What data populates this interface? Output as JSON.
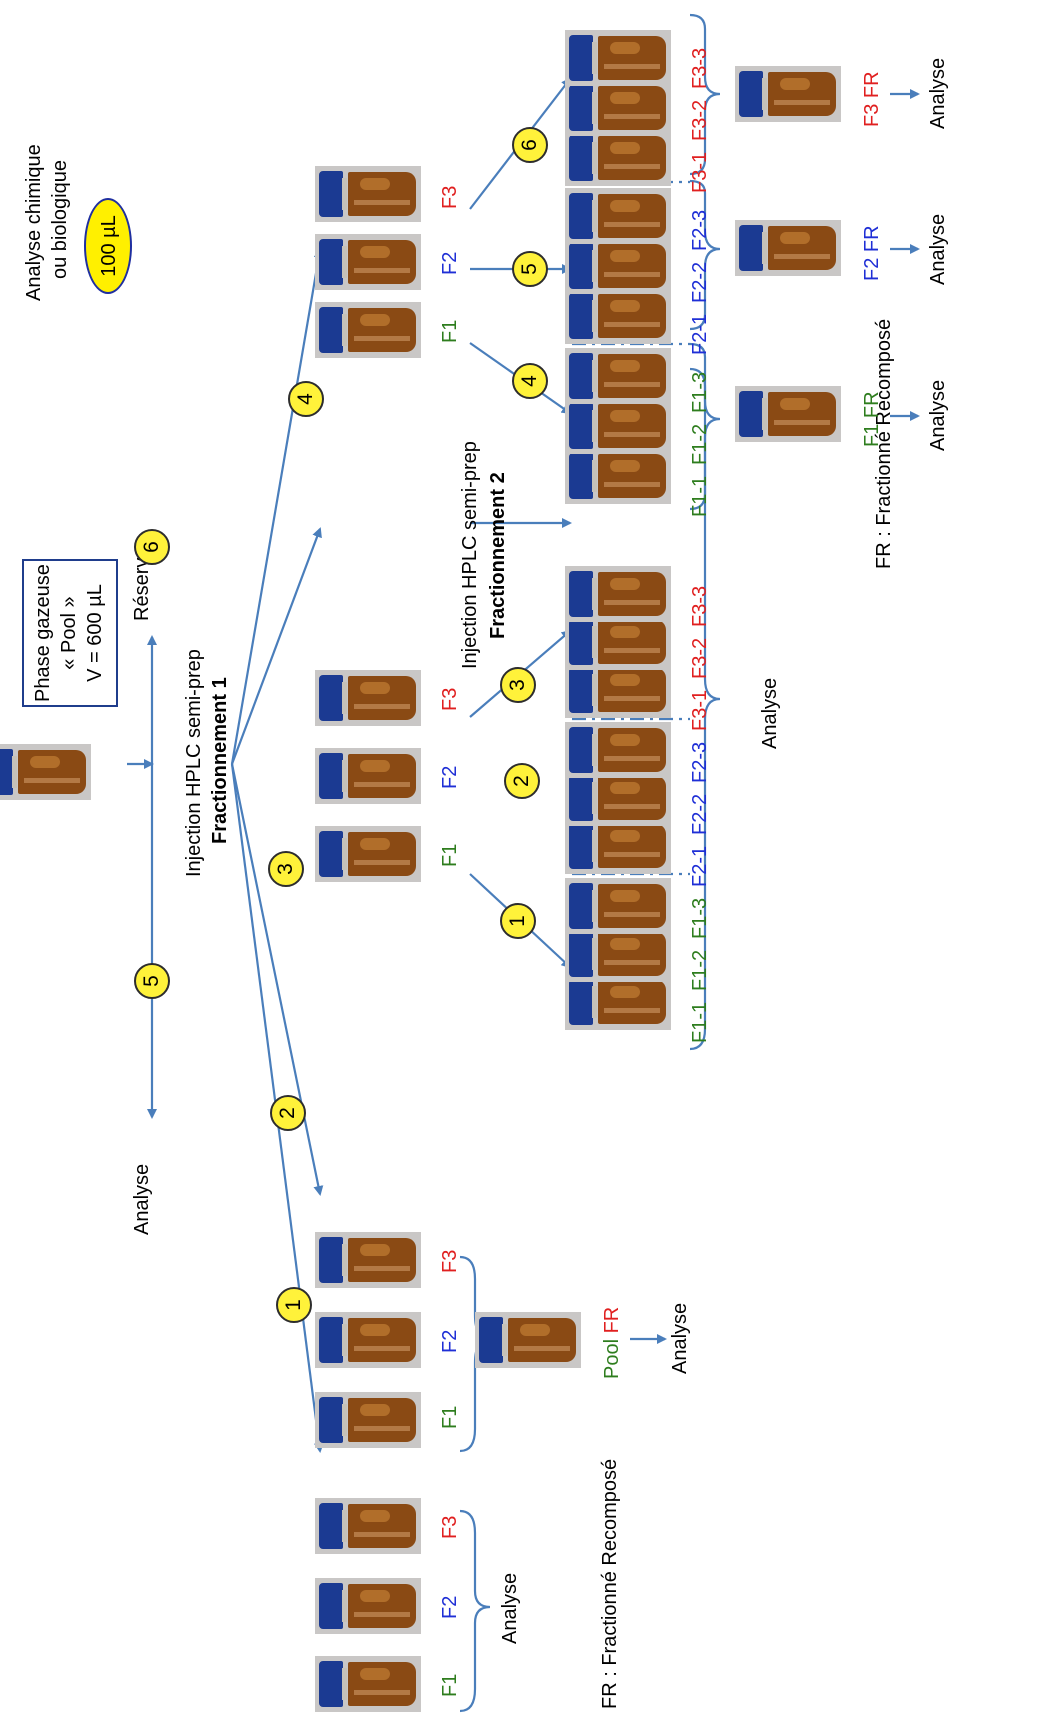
{
  "colors": {
    "fraction_1": "#2e7d1e",
    "fraction_2": "#1f2fd6",
    "fraction_3": "#e02020",
    "arrow": "#4a7ebb",
    "badge": "#fff23a",
    "vial_cap": "#1b3a92",
    "vial_glass": "#8a4a14"
  },
  "icons": {
    "vial": "vial-icon",
    "step": "numbered-circle-icon"
  },
  "source": {
    "line1": "Phase gazeuse",
    "line2": "« Pool »",
    "line3": "V = 600 µL"
  },
  "legend": {
    "analysis_line1": "Analyse chimique",
    "analysis_line2": "ou biologique",
    "volume": "100 µL"
  },
  "injection1": {
    "line1": "Injection HPLC semi-prep",
    "line2": "Fractionnement 1"
  },
  "injection2": {
    "line1": "Injection HPLC semi-prep",
    "line2": "Fractionnement 2"
  },
  "side_outputs": {
    "left": "Analyse",
    "right": "Réserve"
  },
  "fractions": {
    "f1": "F1",
    "f2": "F2",
    "f3": "F3"
  },
  "subfractions": [
    "F1-1",
    "F1-2",
    "F1-3",
    "F2-1",
    "F2-2",
    "F2-3",
    "F3-1",
    "F3-2",
    "F3-3"
  ],
  "pool": {
    "green": "Pool",
    "red": "FR"
  },
  "recombined": {
    "f1": "F1 FR",
    "f2": "F2 FR",
    "f3": "F3 FR"
  },
  "analyse": "Analyse",
  "footnote": "FR : Fractionné Recomposé",
  "steps": {
    "s1": "1",
    "s2": "2",
    "s3": "3",
    "s4": "4",
    "s5": "5",
    "s6": "6"
  }
}
